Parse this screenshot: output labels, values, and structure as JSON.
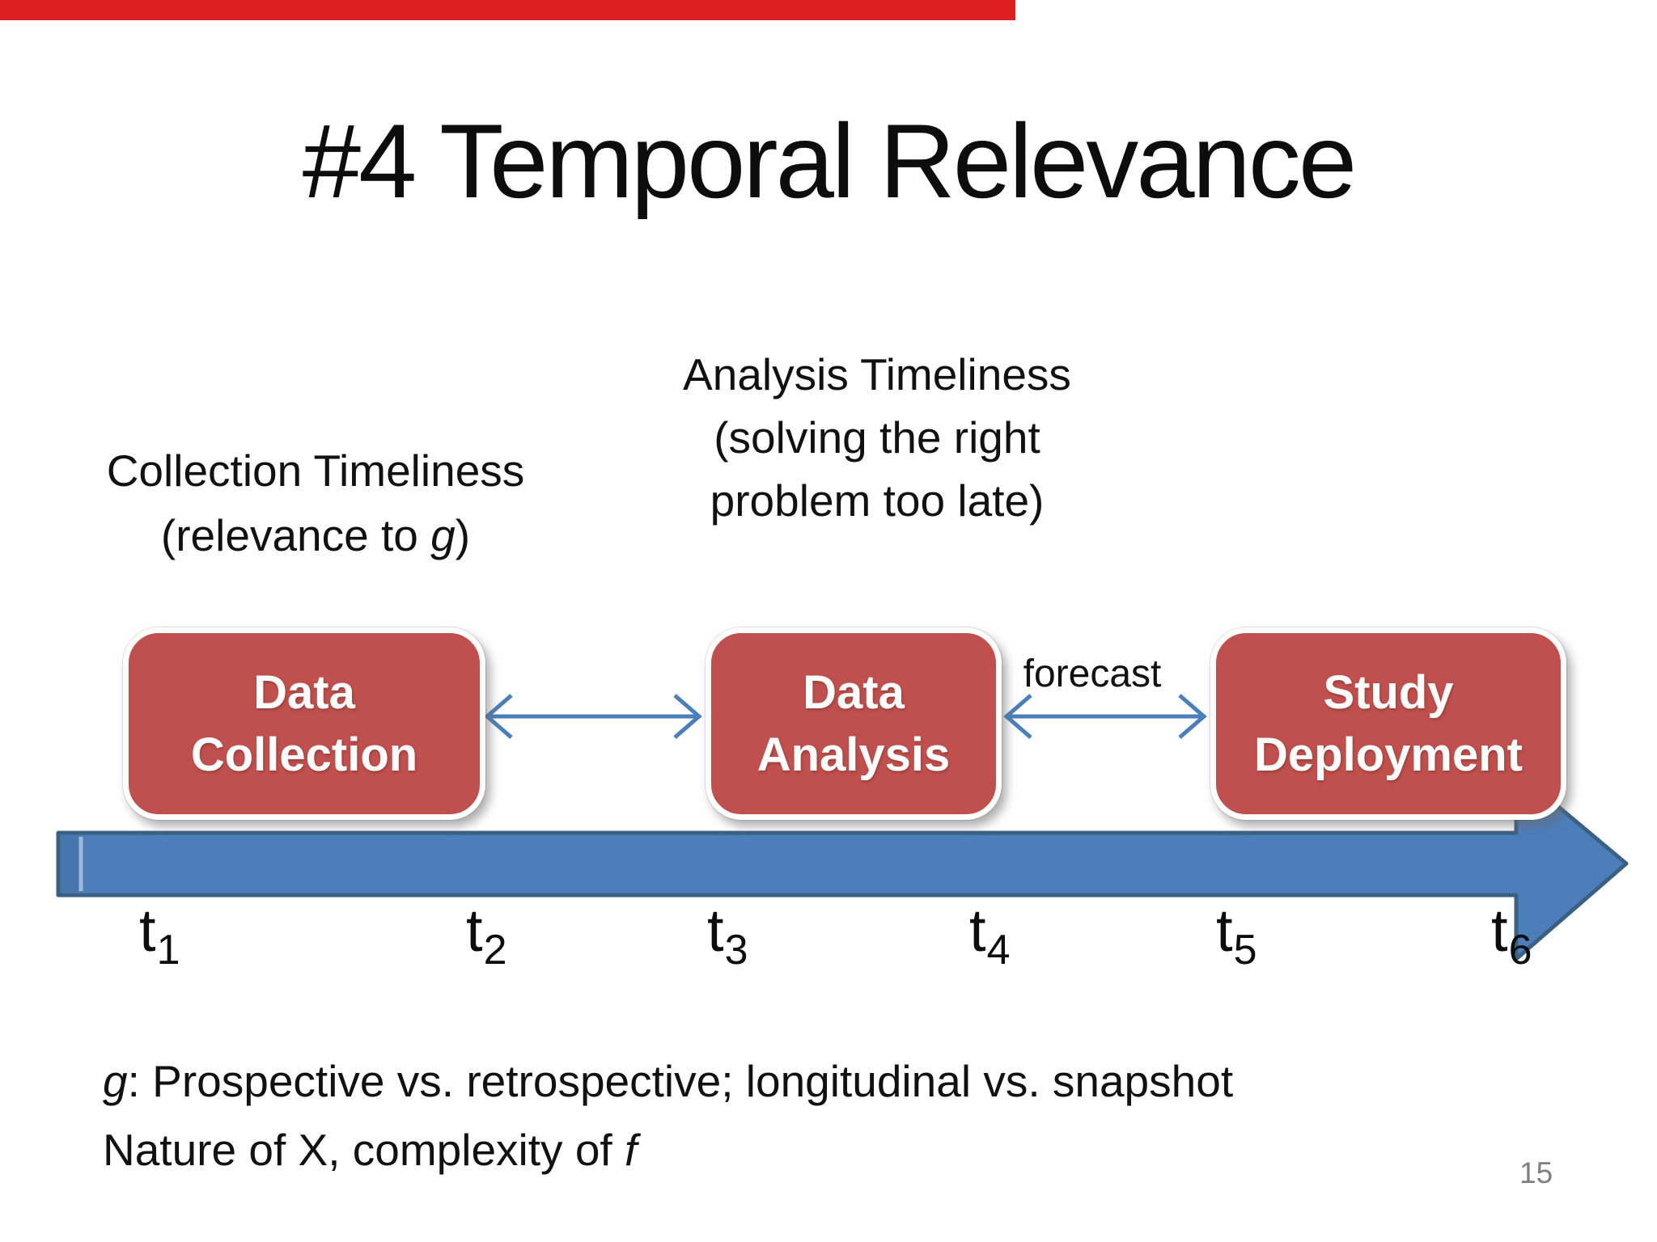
{
  "top_bar": {
    "color": "#dc1f1f"
  },
  "slide": {
    "title": "#4 Temporal Relevance",
    "page_number": "15"
  },
  "captions": {
    "collection": {
      "line1": "Collection Timeliness",
      "line2_pre": "(relevance to ",
      "line2_italic": "g",
      "line2_post": ")"
    },
    "analysis": {
      "line1": "Analysis Timeliness",
      "line2": "(solving the right",
      "line3": "problem too late)"
    }
  },
  "boxes": [
    {
      "line1": "Data",
      "line2": "Collection",
      "fill": "#c0504d"
    },
    {
      "line1": "Data",
      "line2": "Analysis",
      "fill": "#c0504d"
    },
    {
      "line1": "Study",
      "line2": "Deployment",
      "fill": "#c0504d"
    }
  ],
  "connectors": {
    "forecast_label": "forecast",
    "arrow_color": "#4a7ebb"
  },
  "timeline": {
    "fill": "#4d7ebb",
    "border": "#3a6183",
    "labels": [
      {
        "base": "t",
        "sub": "1"
      },
      {
        "base": "t",
        "sub": "2"
      },
      {
        "base": "t",
        "sub": "3"
      },
      {
        "base": "t",
        "sub": "4"
      },
      {
        "base": "t",
        "sub": "5"
      },
      {
        "base": "t",
        "sub": "6"
      }
    ]
  },
  "footer": {
    "line1_italic": "g",
    "line1_rest": ": Prospective vs. retrospective; longitudinal vs. snapshot",
    "line2_pre": "Nature of X, complexity of ",
    "line2_italic": "f"
  }
}
